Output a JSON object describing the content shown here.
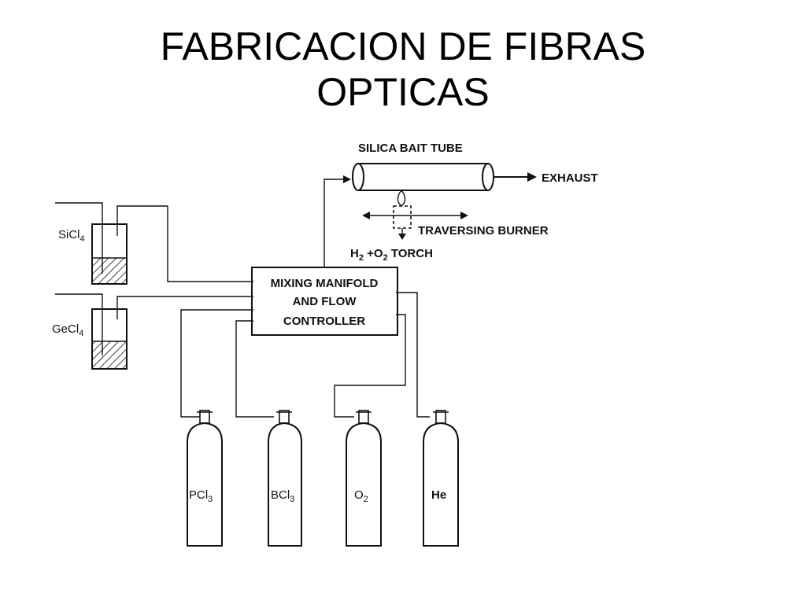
{
  "slide": {
    "title_line1": "FABRICACION DE FIBRAS",
    "title_line2": "OPTICAS"
  },
  "diagram": {
    "silica_bait_tube": "SILICA BAIT TUBE",
    "exhaust": "EXHAUST",
    "traversing_burner": "TRAVERSING BURNER",
    "torch_label": "H2 +O2 TORCH",
    "manifold_line1": "MIXING MANIFOLD",
    "manifold_line2": "AND FLOW",
    "manifold_line3": "CONTROLLER",
    "bubbler_1": "SiCl4",
    "bubbler_2": "GeCl4",
    "cylinder_1": "PCl3",
    "cylinder_2": "BCl3",
    "cylinder_3": "O2",
    "cylinder_4": "He"
  },
  "colors": {
    "ink": "#111111",
    "background": "#ffffff"
  }
}
